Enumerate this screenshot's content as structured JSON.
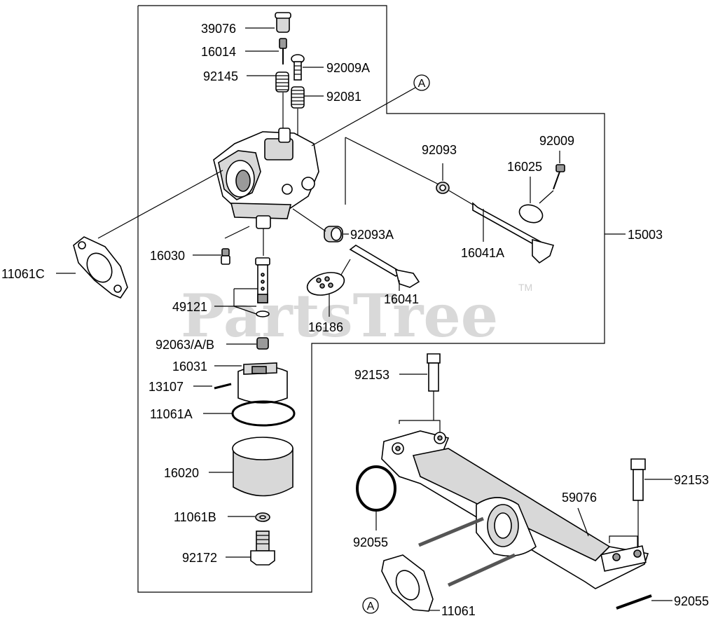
{
  "watermark": {
    "text": "PartsTree",
    "tm": "TM"
  },
  "callouts": {
    "a1": "A",
    "a2": "A"
  },
  "labels": {
    "p39076": "39076",
    "p16014": "16014",
    "p92009A": "92009A",
    "p92145": "92145",
    "p92081": "92081",
    "p92093": "92093",
    "p92009": "92009",
    "p16025": "16025",
    "p92093A": "92093A",
    "p15003": "15003",
    "p16041A": "16041A",
    "p16030": "16030",
    "p11061C": "11061C",
    "p49121": "49121",
    "p16186": "16186",
    "p16041": "16041",
    "p92063AB": "92063/A/B",
    "p16031": "16031",
    "p13107": "13107",
    "p11061A": "11061A",
    "p92153a": "92153",
    "p92153b": "92153",
    "p16020": "16020",
    "p59076": "59076",
    "p92055a": "92055",
    "p11061B": "11061B",
    "p92172": "92172",
    "p11061": "11061",
    "p92055b": "92055"
  }
}
